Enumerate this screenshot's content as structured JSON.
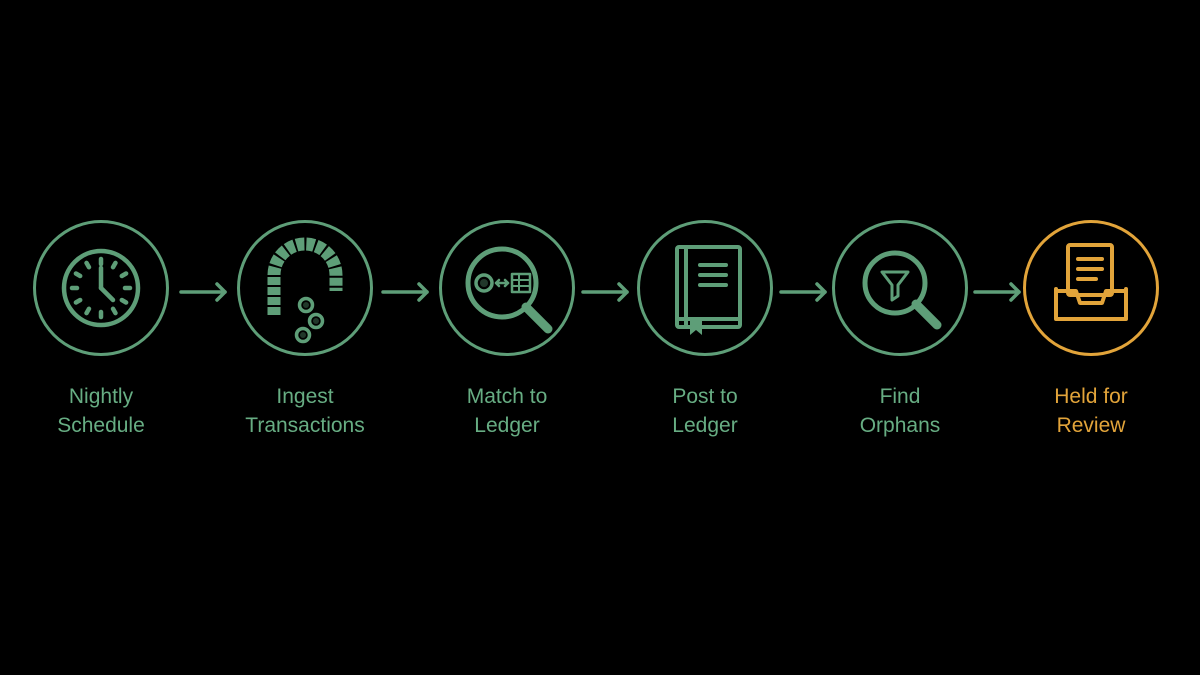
{
  "colors": {
    "background": "#000000",
    "step": "#5e9e78",
    "step_text": "#67ad83",
    "highlight": "#e2a43a"
  },
  "steps": [
    {
      "line1": "Nightly",
      "line2": "Schedule",
      "icon": "clock-icon"
    },
    {
      "line1": "Ingest",
      "line2": "Transactions",
      "icon": "arch-with-coins-icon"
    },
    {
      "line1": "Match to",
      "line2": "Ledger",
      "icon": "match-magnifier-icon"
    },
    {
      "line1": "Post to",
      "line2": "Ledger",
      "icon": "ledger-book-icon"
    },
    {
      "line1": "Find",
      "line2": "Orphans",
      "icon": "filter-magnifier-icon"
    },
    {
      "line1": "Held for",
      "line2": "Review",
      "icon": "inbox-tray-icon",
      "highlighted": true
    }
  ]
}
